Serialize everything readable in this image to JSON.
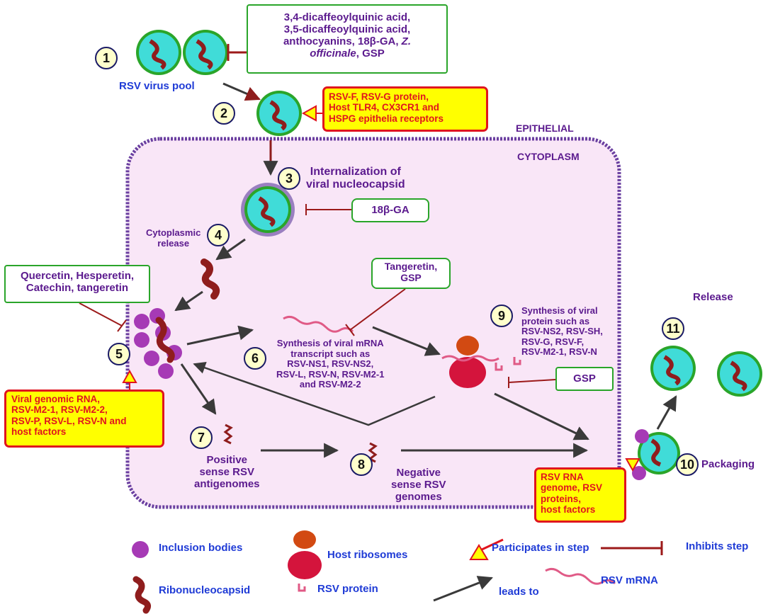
{
  "steps": {
    "s1": "1",
    "s2": "2",
    "s3": "3",
    "s4": "4",
    "s5": "5",
    "s6": "6",
    "s7": "7",
    "s8": "8",
    "s9": "9",
    "s10": "10",
    "s11": "11"
  },
  "labels": {
    "virus_pool": "RSV virus pool",
    "epithelial": "EPITHELIAL",
    "cytoplasm": "CYTOPLASM",
    "internalization_line1": "Internalization of",
    "internalization_line2": "viral nucleocapsid",
    "cytoplasmic_line1": "Cytoplasmic",
    "cytoplasmic_line2": "release",
    "mrna_line1": "Synthesis of viral mRNA",
    "mrna_line2": "transcript such as",
    "mrna_line3": "RSV-NS1, RSV-NS2,",
    "mrna_line4": "RSV-L, RSV-N, RSV-M2-1",
    "mrna_line5": "and RSV-M2-2",
    "protein_line1": "Synthesis of viral",
    "protein_line2": "protein such as",
    "protein_line3": "RSV-NS2, RSV-SH,",
    "protein_line4": "RSV-G, RSV-F,",
    "protein_line5": "RSV-M2-1, RSV-N",
    "pos_line1": "Positive",
    "pos_line2": "sense RSV",
    "pos_line3": "antigenomes",
    "neg_line1": "Negative",
    "neg_line2": "sense RSV",
    "neg_line3": "genomes",
    "release": "Release",
    "packaging": "Packaging"
  },
  "inhibitor_boxes": {
    "top_line1": "3,4-dicaffeoylquinic acid,",
    "top_line2": "3,5-dicaffeoylquinic acid,",
    "top_line3a": "anthocyanins, 18β-GA,",
    "top_line3b": "Z.",
    "top_line4a": "officinale",
    "top_line4b": ", GSP",
    "ga": "18β-GA",
    "quercetin_line1": "Quercetin, Hesperetin,",
    "quercetin_line2": "Catechin, tangeretin",
    "tangeretin_line1": "Tangeretin,",
    "tangeretin_line2": "GSP",
    "gsp": "GSP"
  },
  "participant_boxes": {
    "receptors_line1": "RSV-F, RSV-G protein,",
    "receptors_line2": "Host TLR4, CX3CR1 and",
    "receptors_line3": "HSPG epithelia receptors",
    "genomic_line1": "Viral genomic RNA,",
    "genomic_line2": "RSV-M2-1, RSV-M2-2,",
    "genomic_line3": "RSV-P, RSV-L, RSV-N and",
    "genomic_line4": "host factors",
    "packaging_line1": "RSV RNA",
    "packaging_line2": "genome, RSV",
    "packaging_line3": "proteins,",
    "packaging_line4": "host factors"
  },
  "legend": {
    "inclusion_bodies": "Inclusion bodies",
    "host_ribosomes": "Host ribosomes",
    "participates": "Participates in step",
    "inhibits": "Inhibits step",
    "ribonucleocapsid": "Ribonucleocapsid",
    "rsv_protein": "RSV protein",
    "leads_to": "leads to",
    "rsv_mrna": "RSV mRNA"
  },
  "colors": {
    "cell_fill": "#f9e6f7",
    "cell_border": "#6a3fa0",
    "virus_fill": "#40dcd8",
    "virus_spike": "#2aa52a",
    "capsid": "#8f1d1d",
    "inclusion": "#a63ab5",
    "ribosome_top": "#d24a12",
    "ribosome_bottom": "#d4143c",
    "mrna": "#e05a86",
    "arrow": "#3a3a3a",
    "inhibit": "#9c1a1a"
  }
}
